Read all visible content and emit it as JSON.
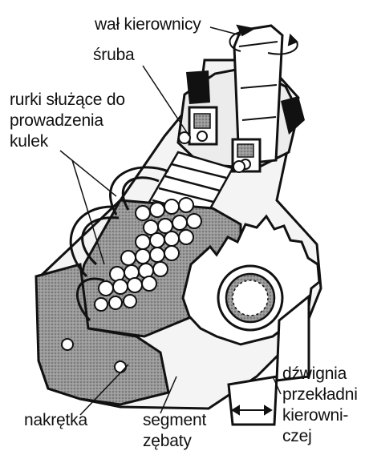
{
  "labels": {
    "steering_shaft": "wał kierownicy",
    "screw": "śruba",
    "ball_tubes": [
      "rurki służące do",
      "prowadzenia",
      "kulek"
    ],
    "nut": "nakrętka",
    "toothed_segment": [
      "segment",
      "zębaty"
    ],
    "steering_arm": [
      "dźwignia",
      "przekładni",
      "kierowni-",
      "czej"
    ]
  },
  "colors": {
    "ink": "#111111",
    "housing_fill": "#f4f4f4",
    "shaded": "#8c8c8c",
    "ball_fill": "#ffffff",
    "background": "#ffffff"
  },
  "icons": [
    "rotation-arrow-icon",
    "double-arrow-icon"
  ]
}
